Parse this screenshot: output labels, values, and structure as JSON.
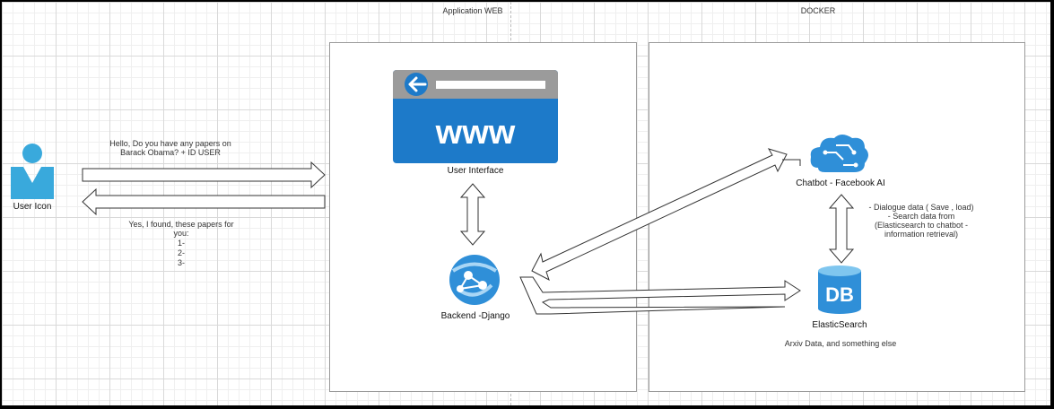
{
  "sections": {
    "web_title": "Application WEB",
    "docker_title": "DOCKER"
  },
  "user": {
    "label": "User Icon"
  },
  "messages": {
    "request_line1": "Hello, Do you have any papers on",
    "request_line2": "Barack Obama? + ID USER",
    "response_line1": "Yes, I found, these papers for",
    "response_line2": "you:",
    "response_item1": "1-",
    "response_item2": "2-",
    "response_item3": "3-"
  },
  "nodes": {
    "ui_label": "User Interface",
    "www_text": "www",
    "backend_label": "Backend -Django",
    "chatbot_label": "Chatbot - Facebook AI",
    "db_label": "ElasticSearch",
    "db_icon_text": "DB"
  },
  "notes": {
    "chatbot_line1": "- Dialogue data ( Save , load)",
    "chatbot_line2": "- Search data from",
    "chatbot_line3": "(Elasticsearch to chatbot -",
    "chatbot_line4": "information retrieval)",
    "db_note": "Arxiv Data, and something else"
  },
  "colors": {
    "accent_blue": "#2f8fd8",
    "dark_blue": "#1d6fb5",
    "person_blue": "#39a9dc",
    "browser_gray": "#9b9b9b"
  }
}
